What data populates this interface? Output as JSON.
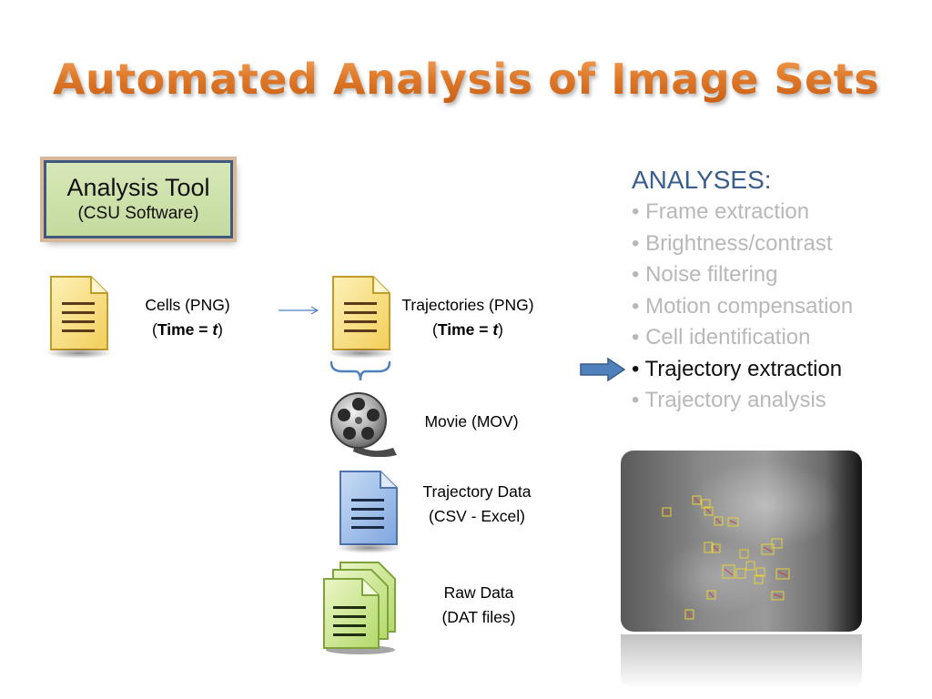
{
  "slide": {
    "title": "Automated Analysis of Image Sets"
  },
  "tool": {
    "title": "Analysis Tool",
    "subtitle": "(CSU Software)"
  },
  "inputs": {
    "cells": {
      "line1": "Cells (PNG)",
      "paren_open": "(",
      "time_label": "Time = ",
      "time_var": "t",
      "paren_close": ")"
    }
  },
  "outputs": {
    "trajectories": {
      "line1": "Trajectories (PNG)",
      "paren_open": "(",
      "time_label": "Time = ",
      "time_var": "t",
      "paren_close": ")"
    },
    "movie": {
      "label": "Movie (MOV)"
    },
    "trajectory_data": {
      "line1": "Trajectory Data",
      "line2": "(CSV - Excel)"
    },
    "raw_data": {
      "line1": "Raw Data",
      "line2": "(DAT files)"
    }
  },
  "analyses": {
    "heading": "ANALYSES:",
    "items": [
      {
        "label": "• Frame extraction"
      },
      {
        "label": "• Brightness/contrast"
      },
      {
        "label": "• Noise filtering"
      },
      {
        "label": "• Motion compensation"
      },
      {
        "label": "• Cell identification"
      },
      {
        "label": "• Trajectory extraction"
      },
      {
        "label": "• Trajectory analysis"
      }
    ],
    "active_index": 5
  },
  "colors": {
    "title": "#e07a2a",
    "heading": "#3b5e8f",
    "inactive_item": "#b8b8b8",
    "active_item": "#111111",
    "tool_fill": "#c4da9e",
    "tool_border": "#3f5a7c",
    "arrow": "#4f81bd"
  },
  "icons": {
    "cells": "yellow-document-icon",
    "trajectories": "yellow-document-icon",
    "movie": "film-reel-icon",
    "trajectory_data": "blue-document-icon",
    "raw_data": "stacked-green-documents-icon",
    "brace": "curly-brace-icon",
    "arrow": "right-arrow-icon"
  }
}
